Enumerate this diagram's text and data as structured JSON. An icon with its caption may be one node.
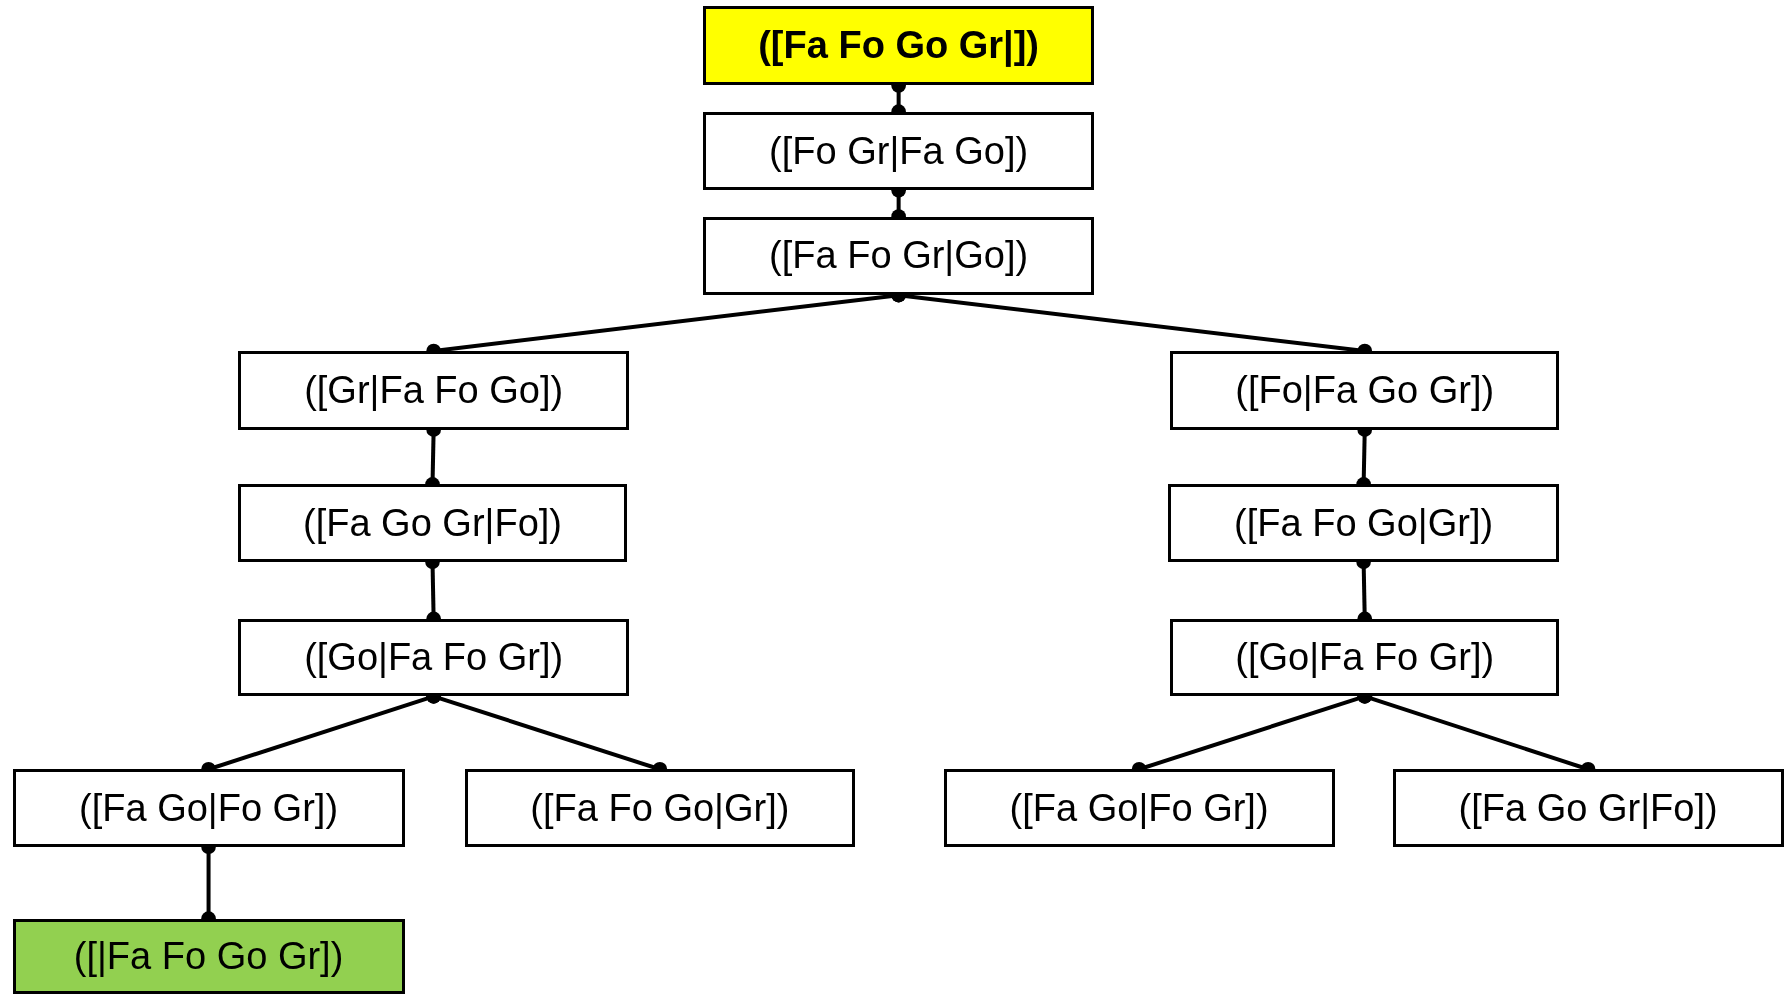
{
  "diagram": {
    "nodes": [
      {
        "text": [
          "([Fa Fo Go Gr|])"
        ]
      },
      {
        "text": [
          "([Fo Gr|Fa Go])"
        ]
      },
      {
        "text": [
          "([Fa Fo Gr|Go])"
        ]
      },
      {
        "text": [
          "([Gr|Fa Fo Go])"
        ]
      },
      {
        "text": [
          "([Fo|Fa Go Gr])"
        ]
      },
      {
        "text": [
          "([Fa Go Gr|Fo])"
        ]
      },
      {
        "text": [
          "([Fa Fo Go|Gr])"
        ]
      },
      {
        "text": [
          "([Go|Fa Fo Gr])"
        ]
      },
      {
        "text": [
          "([Go|Fa Fo Gr])"
        ]
      },
      {
        "text": [
          "([Fa Go|Fo Gr])"
        ]
      },
      {
        "text": [
          "([Fa Fo Go|Gr])"
        ]
      },
      {
        "text": [
          "([Fa Go|Fo Gr])"
        ]
      },
      {
        "text": [
          "([Fa Go Gr|Fo])"
        ]
      },
      {
        "text": [
          "([|Fa Fo Go Gr])"
        ]
      }
    ],
    "edges": [
      {
        "from": 0,
        "to": 1,
        "arrow": "other"
      },
      {
        "from": 1,
        "to": 2,
        "arrow": "other"
      },
      {
        "from": 2,
        "to": 3,
        "arrow": "other"
      },
      {
        "from": 2,
        "to": 4,
        "arrow": "other"
      },
      {
        "from": 3,
        "to": 5,
        "arrow": "other"
      },
      {
        "from": 5,
        "to": 7,
        "arrow": "other"
      },
      {
        "from": 7,
        "to": 9,
        "arrow": "other"
      },
      {
        "from": 7,
        "to": 10,
        "arrow": "other"
      },
      {
        "from": 9,
        "to": 13,
        "arrow": "other"
      },
      {
        "from": 4,
        "to": 6,
        "arrow": "other"
      },
      {
        "from": 6,
        "to": 8,
        "arrow": "other"
      },
      {
        "from": 8,
        "to": 11,
        "arrow": "other"
      },
      {
        "from": 8,
        "to": 12,
        "arrow": "other"
      }
    ]
  }
}
